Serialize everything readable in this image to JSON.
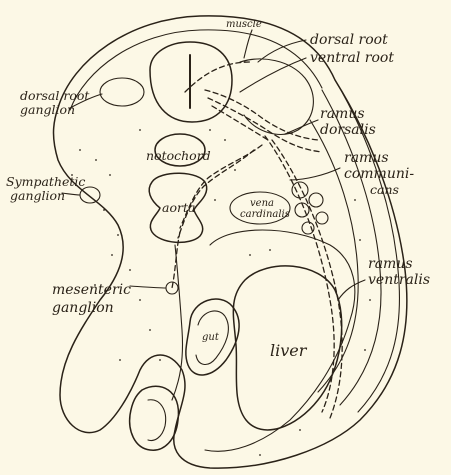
{
  "labels": {
    "dorsal_root": "dorsal root",
    "ventral_root": "ventral root",
    "muscle": "muscle",
    "ramus_dorsalis_1": "ramus",
    "ramus_dorsalis_2": "dorsalis",
    "ramus_communicans_1": "ramus",
    "ramus_communicans_2": "communi-",
    "ramus_communicans_3": "cans",
    "ramus_ventralis_1": "ramus",
    "ramus_ventralis_2": "ventralis",
    "dorsal_root_ganglion_1": "dorsal root",
    "dorsal_root_ganglion_2": "ganglion",
    "notochord": "notochord",
    "sympathetic_ganglion_1": "Sympathetic",
    "sympathetic_ganglion_2": "ganglion",
    "aorta": "aorta",
    "vena_cardinalis_1": "vena",
    "vena_cardinalis_2": "cardinalis",
    "mesenteric_ganglion_1": "mesenteric",
    "mesenteric_ganglion_2": "ganglion",
    "gut": "gut",
    "liver": "liver"
  },
  "colors": {
    "background": "#fcf8e6",
    "ink": "#2a2218"
  }
}
